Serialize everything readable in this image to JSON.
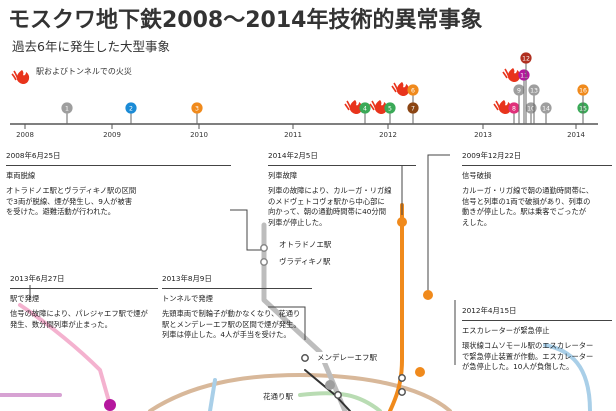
{
  "header": {
    "title": "モスクワ地下鉄2008～2014年技術的異常事象",
    "subtitle": "過去6年に発生した大型事象"
  },
  "legend": {
    "label": "駅およびトンネルでの火災",
    "icon": "flame-icon"
  },
  "timeline": {
    "years": [
      "2008",
      "2009",
      "2010",
      "2011",
      "2012",
      "2013",
      "2014"
    ],
    "markers": [
      {
        "n": "1",
        "color": "#9e9e9e",
        "fire": false
      },
      {
        "n": "2",
        "color": "#1b8bd6",
        "fire": false
      },
      {
        "n": "3",
        "color": "#f08a1c",
        "fire": false
      },
      {
        "n": "4",
        "color": "#3aa957",
        "fire": true
      },
      {
        "n": "5",
        "color": "#3aa957",
        "fire": true
      },
      {
        "n": "6",
        "color": "#f08a1c",
        "fire": true
      },
      {
        "n": "7",
        "color": "#8b4513",
        "fire": false
      },
      {
        "n": "8",
        "color": "#e0307a",
        "fire": true
      },
      {
        "n": "9",
        "color": "#9e9e9e",
        "fire": false
      },
      {
        "n": "10",
        "color": "#9e9e9e",
        "fire": false
      },
      {
        "n": "11",
        "color": "#b5179e",
        "fire": true
      },
      {
        "n": "12",
        "color": "#b03020",
        "fire": false
      },
      {
        "n": "13",
        "color": "#9e9e9e",
        "fire": false
      },
      {
        "n": "14",
        "color": "#9e9e9e",
        "fire": false
      },
      {
        "n": "15",
        "color": "#3aa957",
        "fire": false
      },
      {
        "n": "16",
        "color": "#f08a1c",
        "fire": false
      }
    ]
  },
  "events": [
    {
      "date": "2008年6月25日",
      "kind": "車両脱線",
      "text": "オトラドノエ駅とヴラディキノ駅の区間\nで3両が脱線、煙が発生し、9人が被害\nを受けた。避難活動が行われた。"
    },
    {
      "date": "2014年2月5日",
      "kind": "列車故障",
      "text": "列車の故障により、カルーガ・リガ線\nのメドヴェトコヴォ駅から中心部に\n向かって、朝の通勤時間帯に40分間\n列車が停止した。"
    },
    {
      "date": "2009年12月22日",
      "kind": "信号破損",
      "text": "カルーガ・リガ線で朝の通勤時間帯に、\n信号と列車の1両で破損があり、列車の\n動きが停止した。駅は乗客でごったが\nえした。"
    },
    {
      "date": "2013年6月27日",
      "kind": "駅で発煙",
      "text": "信号の故障により、パレジャエフ駅で煙が\n発生、数分間列車が止まった。"
    },
    {
      "date": "2013年8月9日",
      "kind": "トンネルで発煙",
      "text": "先頭車両で制輪子が動かなくなり、花通り\n駅とメンデレーエフ駅の区間で煙が発生。\n列車は停止した。4人が手当を受けた。"
    },
    {
      "date": "2012年4月15日",
      "kind": "エスカレーターが緊急停止",
      "text": "環状線コムソモール駅のエスカレーター\nで緊急停止装置が作動。エスカレーター\nが急停止した。10人が負傷した。"
    }
  ],
  "stations": [
    "オトラドノエ駅",
    "ヴラディキノ駅",
    "メンデレーエフ駅",
    "花通り駅"
  ]
}
